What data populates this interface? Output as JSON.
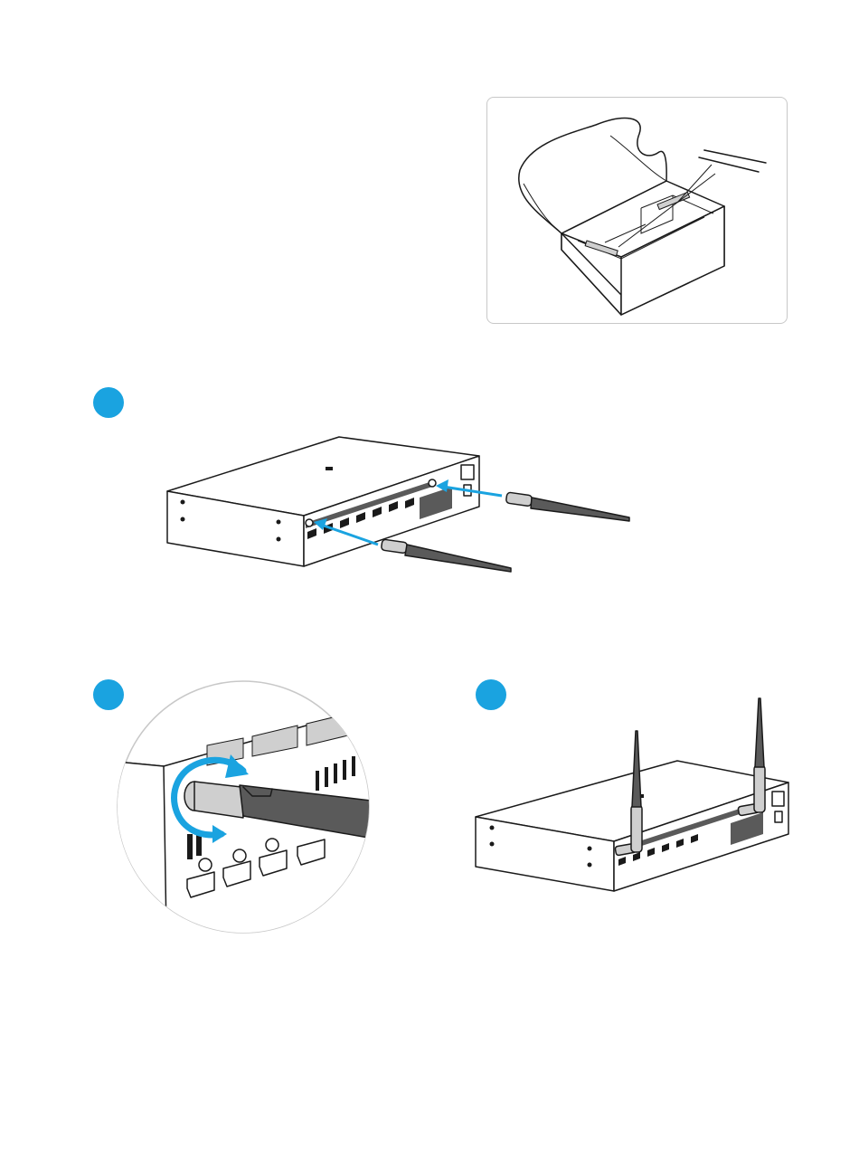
{
  "colors": {
    "accent": "#1aa3e0",
    "line": "#1a1a1a",
    "frame": "#c8c8c8"
  },
  "steps": [
    {
      "id": "step-1",
      "label": ""
    },
    {
      "id": "step-2",
      "label": ""
    },
    {
      "id": "step-3",
      "label": ""
    }
  ],
  "icons": {
    "box": "open-box-with-antennas-illustration",
    "insert": "device-antenna-insert-illustration",
    "twist": "antenna-twist-closeup-illustration",
    "done": "device-with-antennas-installed-illustration"
  }
}
